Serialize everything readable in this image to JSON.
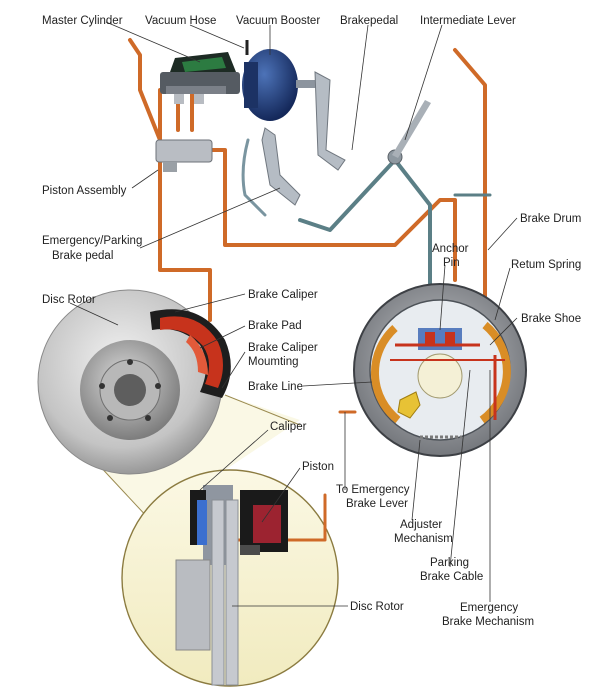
{
  "labels": {
    "master_cylinder": "Master Cylinder",
    "vacuum_hose": "Vacuum Hose",
    "vacuum_booster": "Vacuum Booster",
    "brakepedal": "Brakepedal",
    "intermediate_lever": "Intermediate Lever",
    "piston_assembly": "Piston Assembly",
    "emergency_parking_brake_pedal_l1": "Emergency/Parking",
    "emergency_parking_brake_pedal_l2": "Brake pedal",
    "brake_drum": "Brake Drum",
    "anchor_pin_l1": "Anchor",
    "anchor_pin_l2": "Pin",
    "return_spring": "Retum Spring",
    "brake_shoe": "Brake Shoe",
    "disc_rotor_top": "Disc Rotor",
    "brake_caliper": "Brake Caliper",
    "brake_pad": "Brake Pad",
    "brake_caliper_mounting_l1": "Brake Caliper",
    "brake_caliper_mounting_l2": "Moumting",
    "brake_line": "Brake Line",
    "caliper": "Caliper",
    "piston": "Piston",
    "to_emergency_brake_lever_l1": "To Emergency",
    "to_emergency_brake_lever_l2": "Brake Lever",
    "adjuster_mechanism_l1": "Adjuster",
    "adjuster_mechanism_l2": "Mechanism",
    "parking_brake_cable_l1": "Parking",
    "parking_brake_cable_l2": "Brake Cable",
    "disc_rotor_bottom": "Disc Rotor",
    "emergency_brake_mechanism_l1": "Emergency",
    "emergency_brake_mechanism_l2": "Brake Mechanism"
  },
  "colors": {
    "brake_line": "#cf6a28",
    "cable": "#5b7f86",
    "booster": "#1f3f7a",
    "caliper": "#c7331c",
    "rotor": "#a8a8a8",
    "callout_fill": "#f7f3d3",
    "callout_stroke": "#7a6a30"
  }
}
